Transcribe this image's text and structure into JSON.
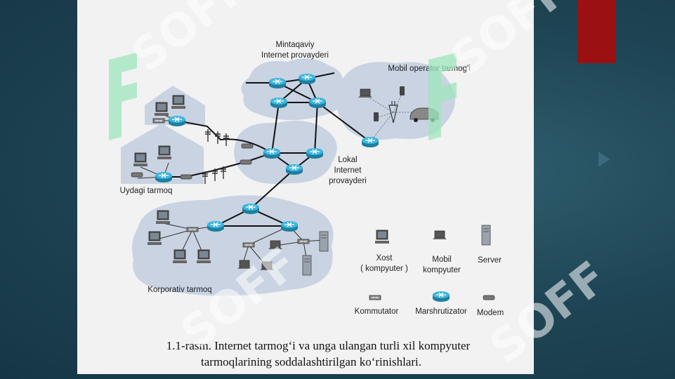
{
  "diagram": {
    "labels": {
      "regional_isp_line1": "Mintaqaviy",
      "regional_isp_line2": "Internet provayderi",
      "mobile_network": "Mobil operator tarmog'i",
      "local_isp_line1": "Lokal",
      "local_isp_line2": "Internet",
      "local_isp_line3": "provayderi",
      "home_network": "Uydagi tarmoq",
      "corporate_network": "Korporativ tarmoq"
    },
    "legend": {
      "host_line1": "Xost",
      "host_line2": "( kompyuter )",
      "mobile_line1": "Mobil",
      "mobile_line2": "kompyuter",
      "server": "Server",
      "switch": "Kommutator",
      "router": "Marshrutizator",
      "modem": "Modem"
    },
    "caption_line1": "1.1-rasm. Internet tarmog‘i va unga ulangan turli xil kompyuter",
    "caption_line2": "tarmoqlarining soddalashtirilgan ko‘rinishlari."
  },
  "watermark": {
    "text": "SOFF"
  },
  "colors": {
    "router": "#2a9fc4",
    "cloud": "#c9d3e2",
    "accent_red": "#9b1010",
    "watermark_green": "#9ee6bd"
  }
}
